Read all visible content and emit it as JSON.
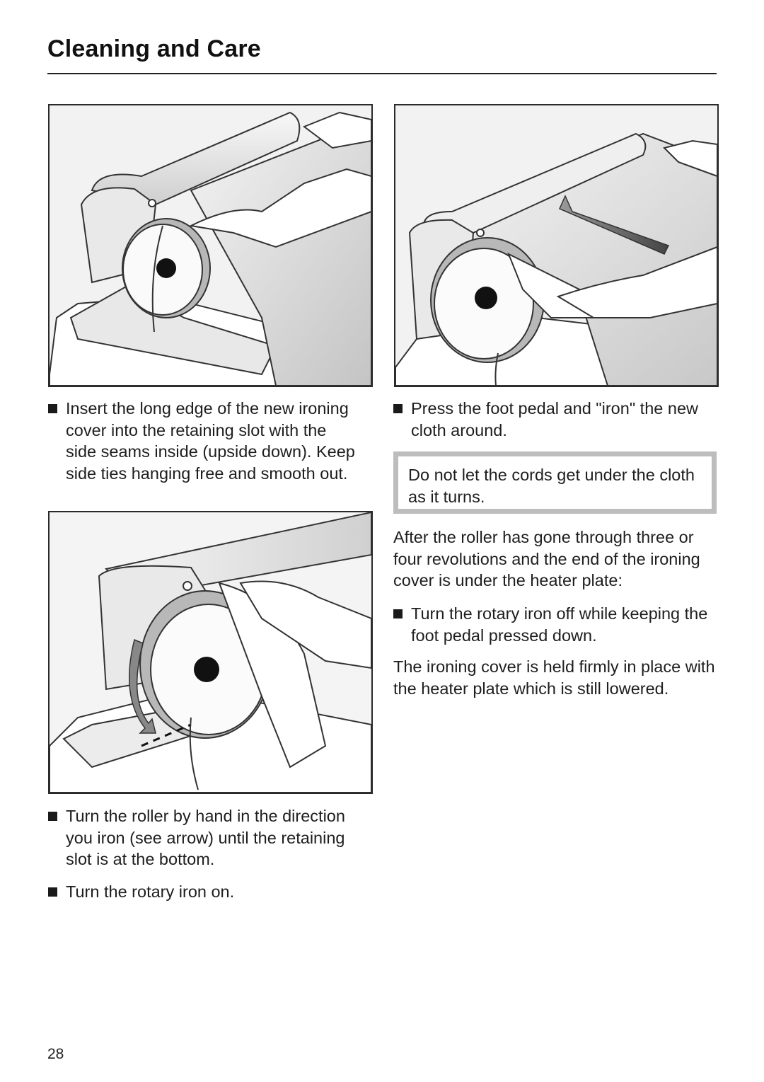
{
  "header": {
    "title": "Cleaning and Care"
  },
  "left_column": {
    "step1": "Insert the long edge of the new ironing cover into the retaining slot with the side seams inside (upside down). Keep side ties hanging free and smooth out.",
    "step2": "Turn the roller by hand in the direction you iron (see arrow) until the retaining slot is at the bottom.",
    "step3": "Turn the rotary iron on."
  },
  "right_column": {
    "step1": "Press the foot pedal and \"iron\" the new cloth around.",
    "note": "Do not let the cords get under the cloth as it turns.",
    "intro": "After the roller has gone through three or four revolutions and the end of the ironing cover is under the heater plate:",
    "step2": "Turn the rotary iron off while keeping the foot pedal pressed down.",
    "result": "The ironing cover is held firmly in place with the heater plate which is still lowered."
  },
  "footer": {
    "page_number": "28"
  },
  "icons": {
    "bullet": "black-square-bullet",
    "arrow_fig2": "curved-arrow-icon",
    "arrow_fig3": "straight-arrow-icon"
  }
}
